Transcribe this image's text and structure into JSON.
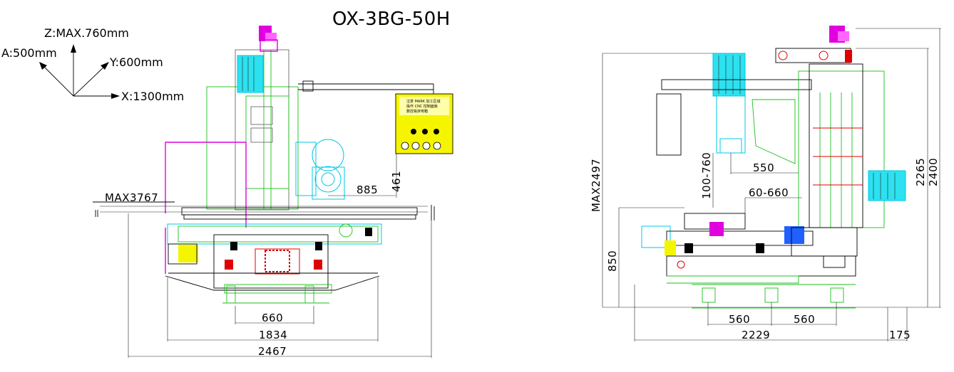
{
  "title": "OX-3BG-50H",
  "axes": {
    "z": "Z:MAX.760mm",
    "a": "A:500mm",
    "y": "Y:600mm",
    "x": "X:1300mm"
  },
  "front_view": {
    "max_height": "MAX3767",
    "dims": {
      "d885": "885",
      "d461": "461",
      "d660": "660",
      "d1834": "1834",
      "d2467": "2467"
    }
  },
  "side_view": {
    "dims": {
      "max2497": "MAX2497",
      "d100_760": "100-760",
      "d550": "550",
      "d60_660": "60-660",
      "d850": "850",
      "d2265": "2265",
      "d2400": "2400",
      "d560a": "560",
      "d560b": "560",
      "d2229": "2229",
      "d175": "175"
    }
  },
  "control_panel_text": [
    "注意 MARK 加工区域",
    "操作 CNC 控制面板",
    "数控铣床电箱"
  ],
  "colors": {
    "magenta": "#e000e0",
    "cyan": "#00c8e6",
    "green": "#1cbf1c",
    "yellow": "#f5f500",
    "red": "#e00000",
    "blue": "#2060ff"
  }
}
